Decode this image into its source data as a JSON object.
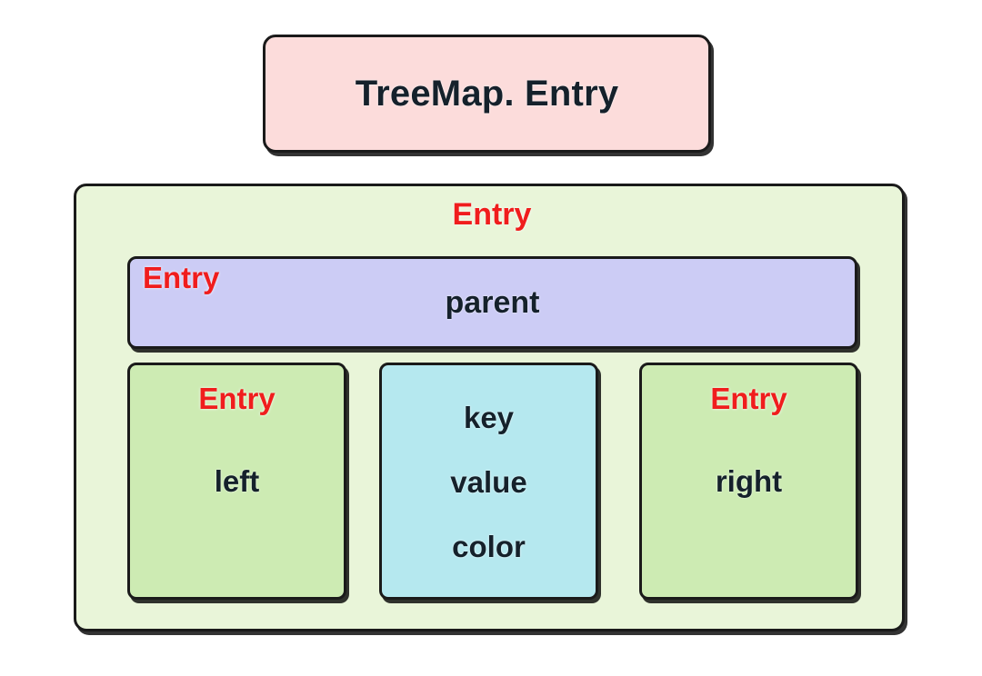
{
  "diagram": {
    "title_card": {
      "label": "TreeMap. Entry",
      "fill": "#fcdcdb",
      "text_color": "#15212b"
    },
    "outer_entry": {
      "label": "Entry",
      "fill": "#e9f5d9",
      "label_color": "#f01d1d"
    },
    "parent_row": {
      "type_label": "Entry",
      "field_label": "parent",
      "fill": "#ccccf5"
    },
    "children": [
      {
        "type_label": "Entry",
        "field_label": "left",
        "fill": "#cdebb3",
        "fields": null
      },
      {
        "type_label": null,
        "field_label": null,
        "fill": "#b5e8ef",
        "fields": [
          "key",
          "value",
          "color"
        ]
      },
      {
        "type_label": "Entry",
        "field_label": "right",
        "fill": "#cdebb3",
        "fields": null
      }
    ],
    "colors": {
      "border": "#1a1a1a",
      "red_type": "#f01d1d",
      "background": "#ffffff"
    }
  }
}
